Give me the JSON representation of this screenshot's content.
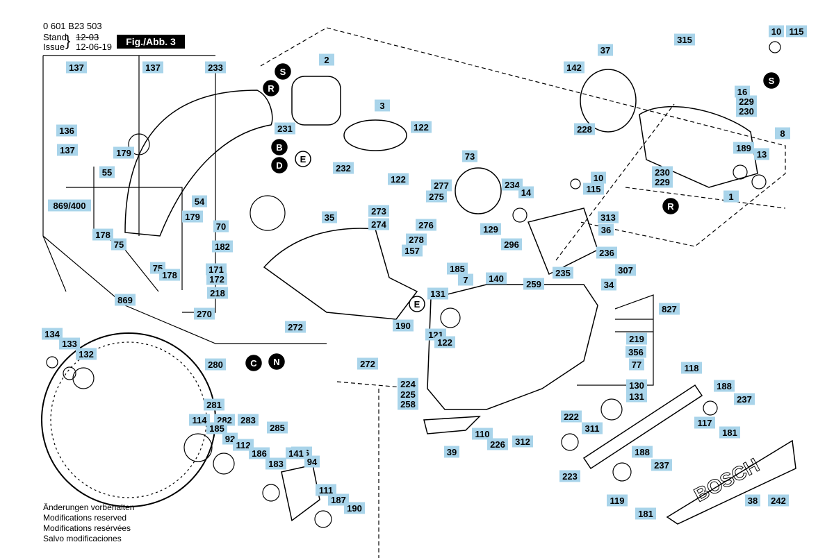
{
  "header": {
    "part_number": "0 601 B23 503",
    "stand_label": "Stand",
    "issue_label": "Issue",
    "stand_date": "12-03",
    "issue_date": "12-06-19",
    "figure_title": "Fig./Abb. 3"
  },
  "footer": {
    "lines": [
      "Änderungen vorbehalten",
      "Modifications reserved",
      "Modifications resérvées",
      "Salvo modificaciones"
    ]
  },
  "brand": "BOSCH",
  "colors": {
    "label_bg": "#a9d4ea",
    "ink": "#000000",
    "paper": "#ffffff"
  },
  "markers": [
    "S",
    "R",
    "B",
    "D",
    "E",
    "S",
    "R",
    "E",
    "C",
    "N"
  ],
  "part_labels": [
    "137",
    "137",
    "233",
    "136",
    "137",
    "55",
    "869/400",
    "54",
    "179",
    "179",
    "70",
    "178",
    "75",
    "75",
    "178",
    "869",
    "2",
    "3",
    "231",
    "122",
    "232",
    "122",
    "277",
    "275",
    "273",
    "274",
    "276",
    "278",
    "157",
    "73",
    "234",
    "14",
    "35",
    "182",
    "171",
    "172",
    "218",
    "270",
    "272",
    "272",
    "129",
    "296",
    "185",
    "7",
    "140",
    "259",
    "131",
    "190",
    "121",
    "122",
    "37",
    "315",
    "10",
    "115",
    "142",
    "16",
    "229",
    "230",
    "228",
    "8",
    "189",
    "13",
    "10",
    "115",
    "230",
    "229",
    "1",
    "313",
    "36",
    "236",
    "235",
    "307",
    "34",
    "827",
    "219",
    "356",
    "77",
    "130",
    "131",
    "222",
    "311",
    "110",
    "226",
    "312",
    "39",
    "224",
    "225",
    "258",
    "134",
    "133",
    "132",
    "280",
    "281",
    "282",
    "283",
    "285",
    "286",
    "114",
    "185",
    "92",
    "112",
    "186",
    "183",
    "141",
    "94",
    "111",
    "187",
    "190",
    "118",
    "188",
    "237",
    "117",
    "181",
    "223",
    "119",
    "188",
    "237",
    "181",
    "38",
    "242"
  ]
}
